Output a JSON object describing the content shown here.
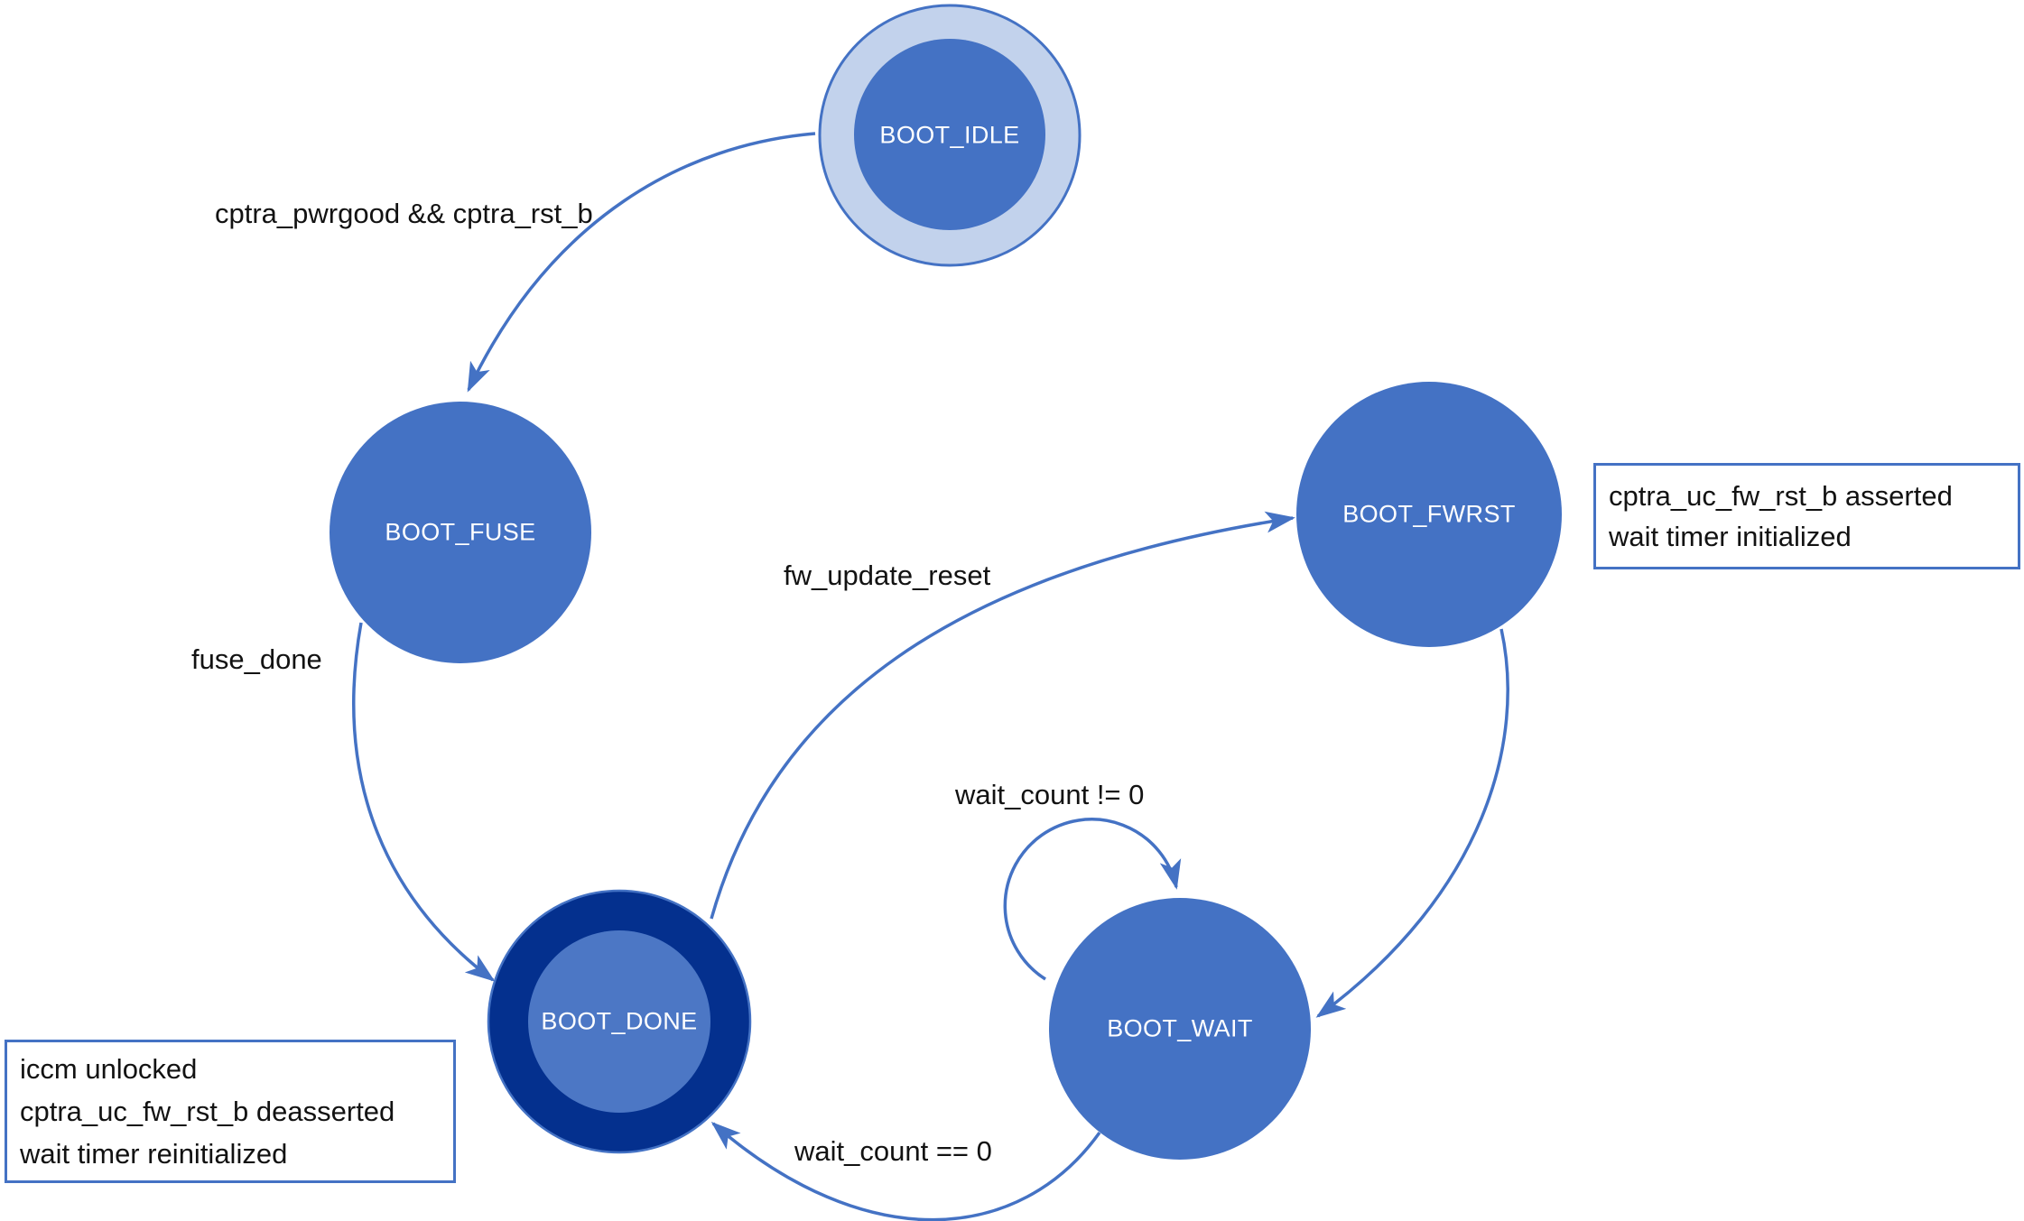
{
  "diagram_type": "finite-state-machine",
  "colors": {
    "state_fill": "#4472C4",
    "state_text": "#FFFFFF",
    "initial_ring_fill": "#C2D2EC",
    "done_ring_fill": "#04308E",
    "done_inner_fill": "#4C77C5",
    "edge_stroke": "#4472C4",
    "note_border": "#4472C4",
    "label_text": "#121212"
  },
  "states": {
    "boot_idle": {
      "label": "BOOT_IDLE"
    },
    "boot_fuse": {
      "label": "BOOT_FUSE"
    },
    "boot_fwrst": {
      "label": "BOOT_FWRST"
    },
    "boot_done": {
      "label": "BOOT_DONE"
    },
    "boot_wait": {
      "label": "BOOT_WAIT"
    }
  },
  "transitions": {
    "idle_to_fuse": {
      "label": "cptra_pwrgood && cptra_rst_b",
      "from": "BOOT_IDLE",
      "to": "BOOT_FUSE"
    },
    "fuse_to_done": {
      "label": "fuse_done",
      "from": "BOOT_FUSE",
      "to": "BOOT_DONE"
    },
    "done_to_fwrst": {
      "label": "fw_update_reset",
      "from": "BOOT_DONE",
      "to": "BOOT_FWRST"
    },
    "fwrst_to_wait": {
      "label": "",
      "from": "BOOT_FWRST",
      "to": "BOOT_WAIT"
    },
    "wait_self": {
      "label": "wait_count != 0",
      "from": "BOOT_WAIT",
      "to": "BOOT_WAIT"
    },
    "wait_to_done": {
      "label": "wait_count == 0",
      "from": "BOOT_WAIT",
      "to": "BOOT_DONE"
    }
  },
  "annotations": {
    "fwrst_note": {
      "lines": [
        "cptra_uc_fw_rst_b asserted",
        "wait timer initialized"
      ]
    },
    "done_note": {
      "lines": [
        "iccm unlocked",
        "cptra_uc_fw_rst_b deasserted",
        "wait timer reinitialized"
      ]
    }
  }
}
